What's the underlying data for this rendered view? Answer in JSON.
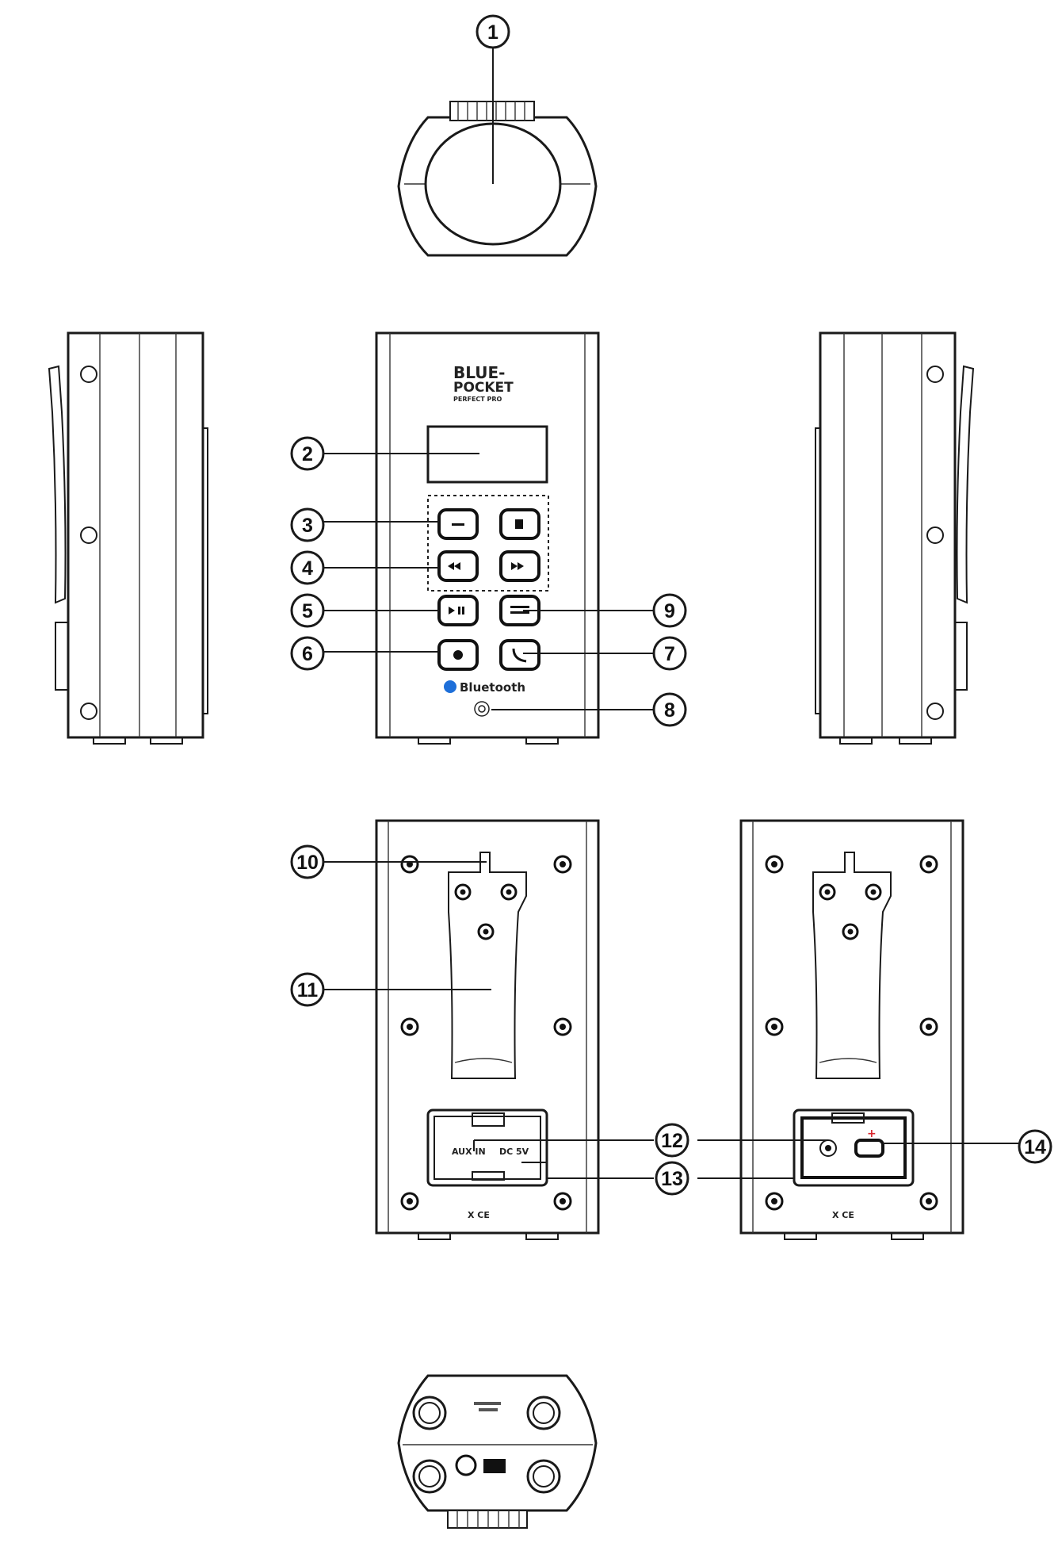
{
  "brand": {
    "line1": "BLUE-",
    "line2": "POCKET",
    "line3": "PERFECT PRO",
    "accent_color": "#d9262c"
  },
  "front_panel": {
    "bluetooth_label": "Bluetooth",
    "icons": [
      "bluetooth-icon",
      "speaker-icon",
      "phone-icon",
      "volume-icon",
      "cancel-icon"
    ]
  },
  "back_panel": {
    "port_plus": "+"
  },
  "callouts": [
    "1",
    "2",
    "3",
    "4",
    "5",
    "6",
    "7",
    "8",
    "9",
    "10",
    "11",
    "12",
    "13",
    "14"
  ],
  "colors": {
    "line": "#1a1a1a",
    "background": "#ffffff",
    "bluetooth": "#1e6fd9"
  }
}
